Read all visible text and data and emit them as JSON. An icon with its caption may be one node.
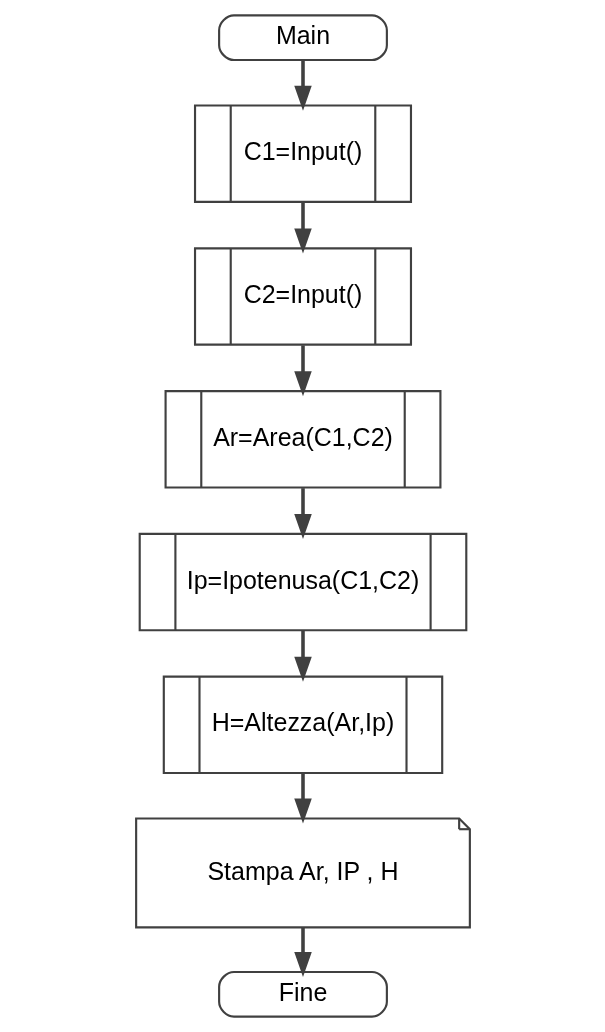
{
  "diagram": {
    "nodes": [
      {
        "text": [
          "Main"
        ]
      },
      {
        "text": [
          "C1=Input()"
        ]
      },
      {
        "text": [
          "C2=Input()"
        ]
      },
      {
        "text": [
          "Ar=Area(C1,C2)"
        ]
      },
      {
        "text": [
          "Ip=Ipotenusa(C1,C2)"
        ]
      },
      {
        "text": [
          "H=Altezza(Ar,Ip)"
        ]
      },
      {
        "text": [
          "Stampa Ar, IP , H"
        ]
      },
      {
        "text": [
          "Fine"
        ]
      }
    ],
    "edges": [
      {
        "from": 0,
        "to": 1,
        "arrow": "to"
      },
      {
        "from": 1,
        "to": 2,
        "arrow": "to"
      },
      {
        "from": 2,
        "to": 3,
        "arrow": "to"
      },
      {
        "from": 3,
        "to": 4,
        "arrow": "to"
      },
      {
        "from": 4,
        "to": 5,
        "arrow": "to"
      },
      {
        "from": 5,
        "to": 6,
        "arrow": "to"
      },
      {
        "from": 6,
        "to": 7,
        "arrow": "to"
      }
    ]
  }
}
